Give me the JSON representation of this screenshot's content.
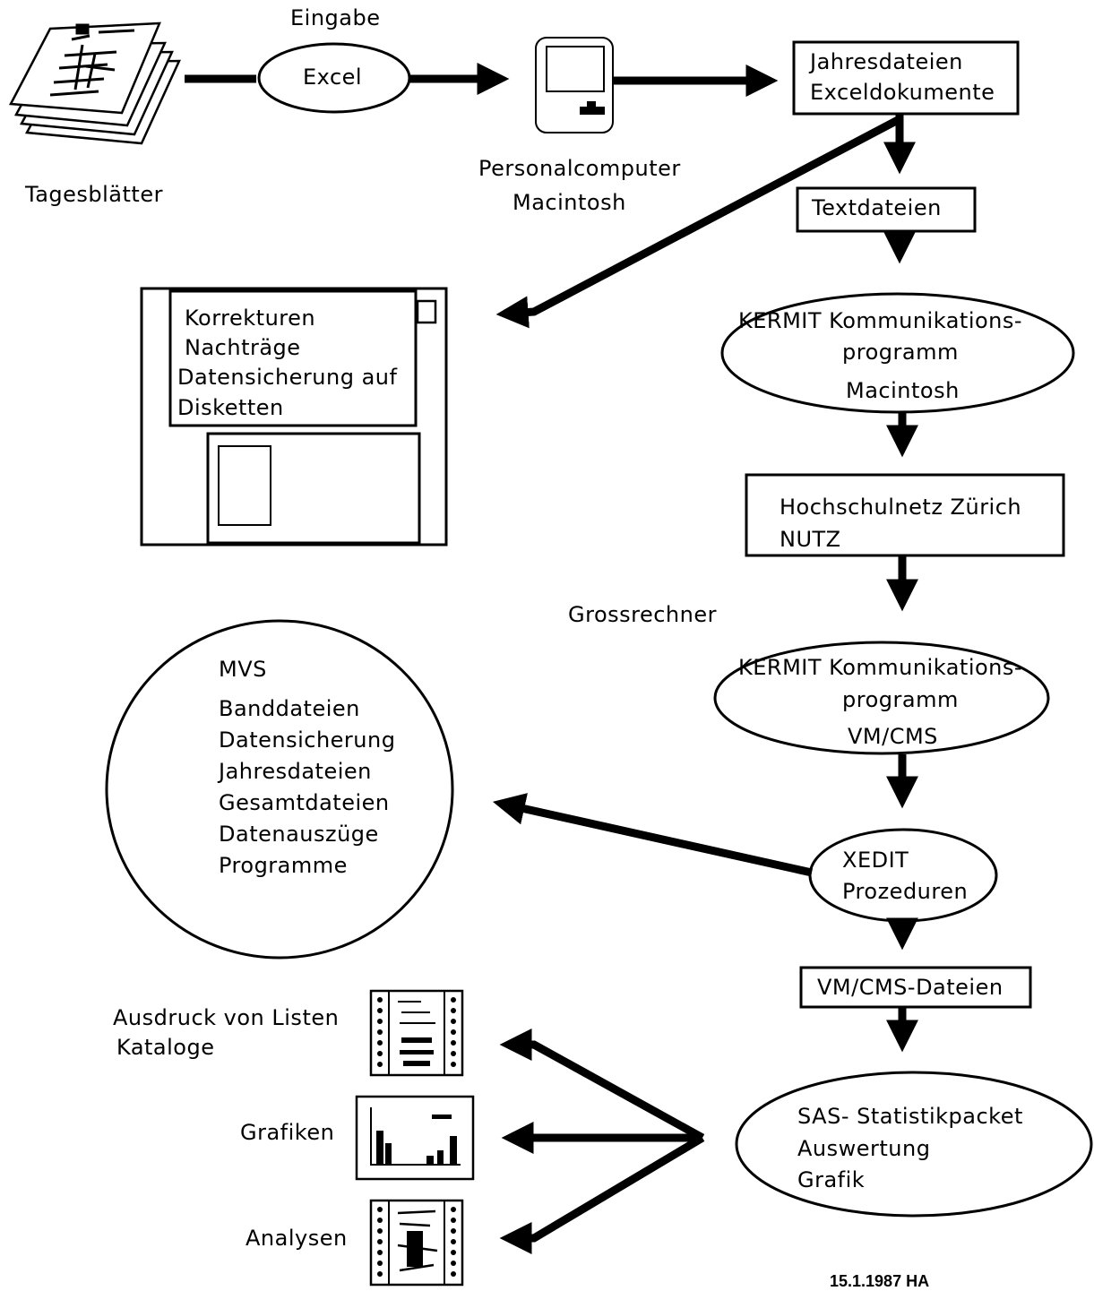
{
  "input": {
    "daily_sheets": "Tagesblätter",
    "input_label": "Eingabe",
    "excel": "Excel",
    "pc_line1": "Personalcomputer",
    "pc_line2": "Macintosh"
  },
  "flow": {
    "annual_files_line1": "Jahresdateien",
    "annual_files_line2": "Exceldokumente",
    "text_files": "Textdateien",
    "kermit_mac_line1": "KERMIT Kommunikations-",
    "kermit_mac_line2": "programm",
    "kermit_mac_line3": "Macintosh",
    "network_line1": "Hochschulnetz Zürich",
    "network_line2": "NUTZ",
    "mainframe": "Grossrechner",
    "kermit_vm_line1": "KERMIT Kommunikations-",
    "kermit_vm_line2": "programm",
    "kermit_vm_line3": "VM/CMS",
    "xedit_line1": "XEDIT",
    "xedit_line2": "Prozeduren",
    "vm_files": "VM/CMS-Dateien",
    "sas_line1": "SAS- Statistikpacket",
    "sas_line2": "Auswertung",
    "sas_line3": "Grafik"
  },
  "diskette": {
    "line1": "Korrekturen",
    "line2": "Nachträge",
    "line3": "Datensicherung auf",
    "line4": "Disketten"
  },
  "mvs": {
    "title": "MVS",
    "items": [
      "Banddateien",
      "Datensicherung",
      "Jahresdateien",
      "Gesamtdateien",
      "Datenauszüge",
      "Programme"
    ]
  },
  "outputs": {
    "listings_line1": "Ausdruck von Listen",
    "listings_line2": "Kataloge",
    "graphics": "Grafiken",
    "analyses": "Analysen"
  },
  "footer": {
    "date_signature": "15.1.1987 HA"
  }
}
